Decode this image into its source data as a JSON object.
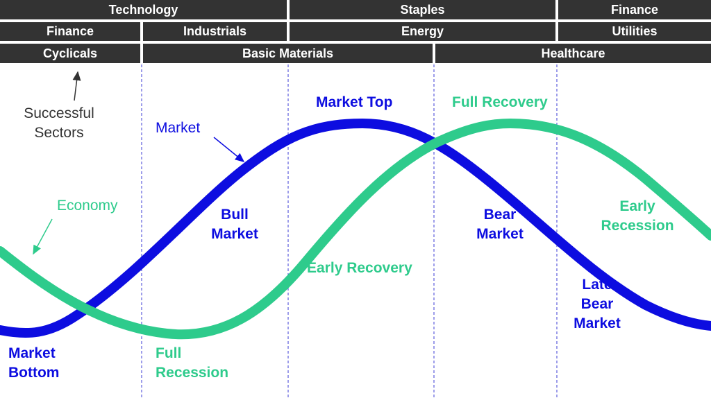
{
  "sector_rows": [
    [
      "Technology",
      "Staples",
      "Finance"
    ],
    [
      "Finance",
      "Industrials",
      "Energy",
      "Utilities"
    ],
    [
      "Cyclicals",
      "Basic Materials",
      "Healthcare"
    ]
  ],
  "labels": {
    "successful_sectors": "Successful\nSectors",
    "market": "Market",
    "economy": "Economy",
    "market_top": "Market Top",
    "full_recovery": "Full Recovery",
    "bull_market": "Bull\nMarket",
    "bear_market": "Bear\nMarket",
    "early_recession": "Early\nRecession",
    "early_recovery": "Early Recovery",
    "late_bear_market": "Late\nBear\nMarket",
    "market_bottom": "Market\nBottom",
    "full_recession": "Full\nRecession"
  },
  "colors": {
    "market": "#0d0de0",
    "economy": "#2ecb8c",
    "bar": "#333333",
    "divider": "#3b3bd6"
  }
}
